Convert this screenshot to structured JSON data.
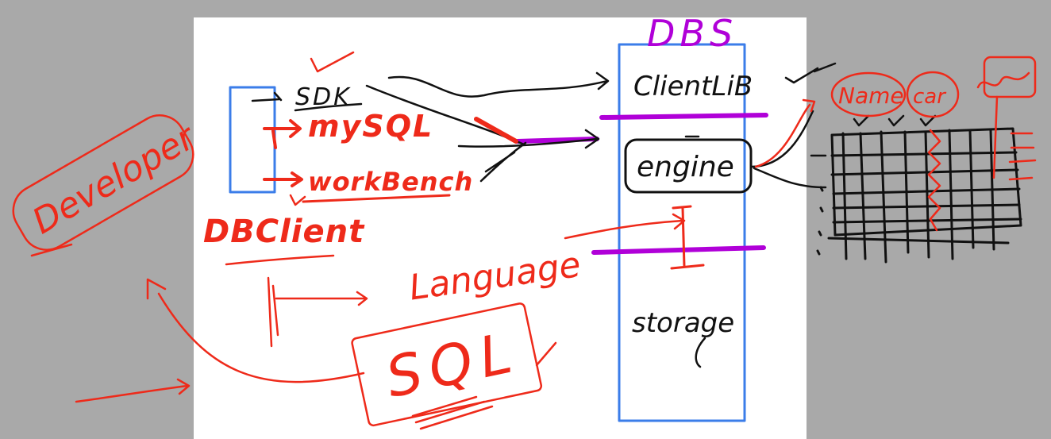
{
  "labels": {
    "dbs": "DBS",
    "sdk": "SDK",
    "mysql": "mySQL",
    "workbench": "workBench",
    "dbclient": "DBClient",
    "developer": "Developer",
    "language": "Language",
    "sql": "SQL",
    "clientlib": "ClientLiB",
    "engine": "engine",
    "storage": "storage",
    "name": "Name",
    "car": "car"
  },
  "colors": {
    "background": "#a9a9a9",
    "canvas": "#ffffff",
    "red_ink": "#ee2a1a",
    "black_ink": "#111111",
    "blue_box": "#3b7de9",
    "purple_ink": "#b000d8"
  }
}
